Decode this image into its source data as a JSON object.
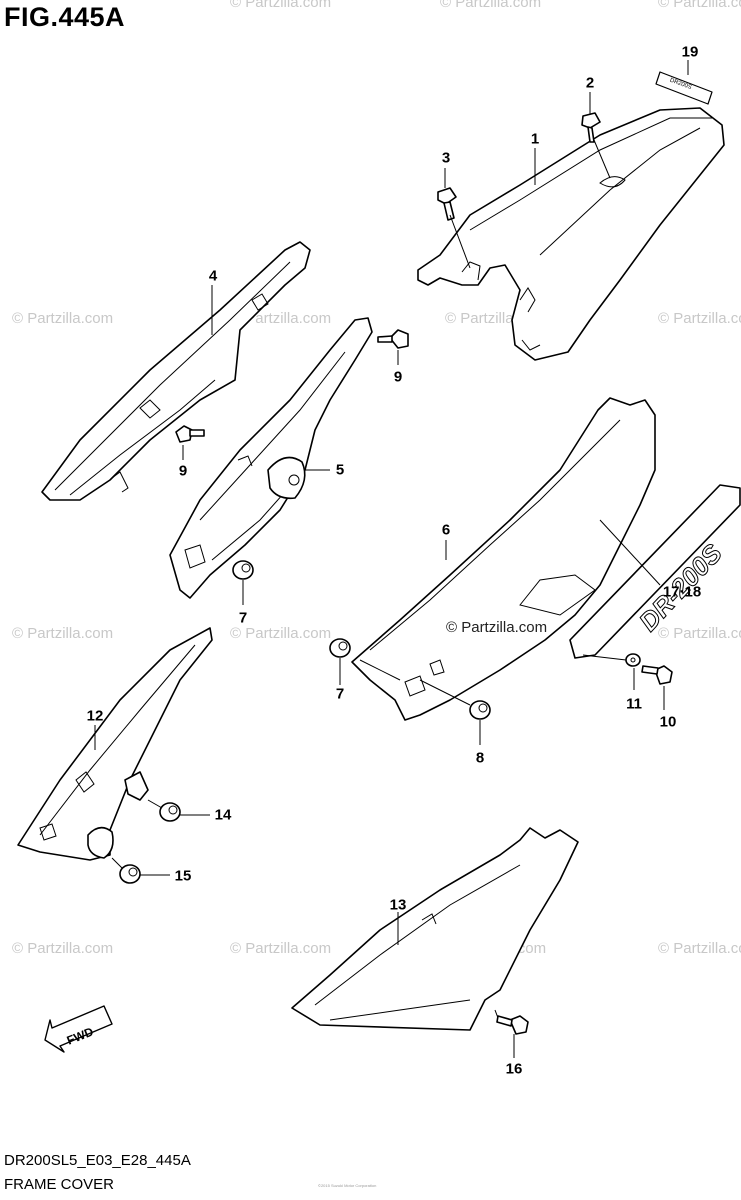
{
  "figure": {
    "title": "FIG.445A",
    "model_code": "DR200SL5_E03_E28_445A",
    "name": "FRAME COVER",
    "fine_print": "©2015 Suzuki Motor Corporation",
    "center_watermark": "© Partzilla.com"
  },
  "watermark": "© Partzilla.com",
  "fwd_label": "FWD",
  "decal_19_text": "DR200S",
  "decal_17_text": "DR-200S",
  "callouts": {
    "c1": "1",
    "c2": "2",
    "c3": "3",
    "c4": "4",
    "c5": "5",
    "c6": "6",
    "c7a": "7",
    "c7b": "7",
    "c8": "8",
    "c9a": "9",
    "c9b": "9",
    "c10": "10",
    "c11": "11",
    "c12": "12",
    "c13": "13",
    "c14": "14",
    "c15": "15",
    "c16": "16",
    "c17": "17·18",
    "c19": "19"
  }
}
